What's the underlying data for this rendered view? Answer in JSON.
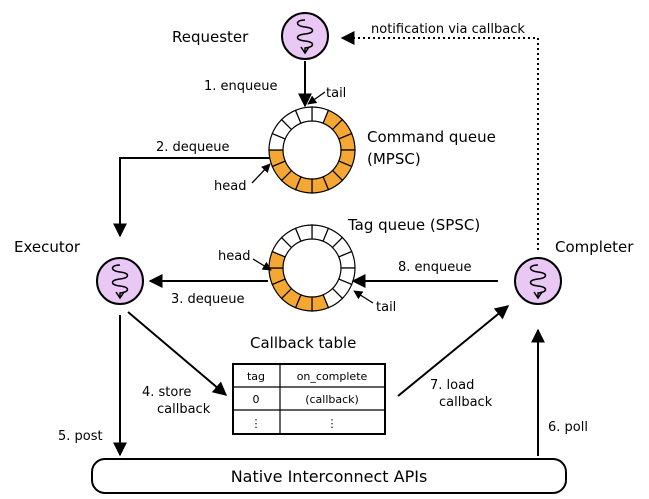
{
  "nodes": {
    "requester": "Requester",
    "executor": "Executor",
    "completer": "Completer"
  },
  "queues": {
    "command": {
      "title_line1": "Command queue",
      "title_line2": "(MPSC)",
      "head": "head",
      "tail": "tail"
    },
    "tag": {
      "title": "Tag queue (SPSC)",
      "head": "head",
      "tail": "tail"
    }
  },
  "callback_table": {
    "title": "Callback table",
    "headers": [
      "tag",
      "on_complete"
    ],
    "rows": [
      [
        "0",
        "(callback)"
      ],
      [
        "⋮",
        "⋮"
      ]
    ]
  },
  "edges": {
    "enqueue_1": "1. enqueue",
    "dequeue_2": "2. dequeue",
    "dequeue_3": "3. dequeue",
    "store_4_line1": "4. store",
    "store_4_line2": "callback",
    "post_5": "5. post",
    "poll_6": "6. poll",
    "load_7_line1": "7. load",
    "load_7_line2": "callback",
    "enqueue_8": "8. enqueue",
    "notification": "notification via callback"
  },
  "base": {
    "label": "Native Interconnect APIs"
  },
  "colors": {
    "thread_fill": "#eac8f5",
    "queue_fill": "#f5a733",
    "stroke": "#000000"
  }
}
